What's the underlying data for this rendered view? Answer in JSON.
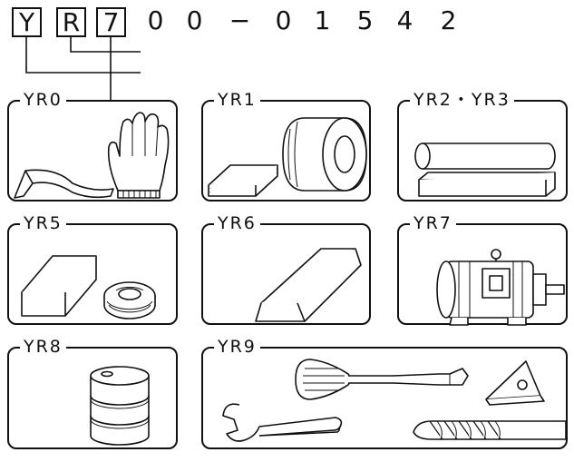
{
  "model_code": {
    "boxed": [
      "Y",
      "R",
      "7"
    ],
    "digits": [
      "0",
      "0",
      "−",
      "0",
      "1",
      "5",
      "4",
      "2"
    ]
  },
  "panels": {
    "yr0": {
      "label": "YR0"
    },
    "yr1": {
      "label": "YR1"
    },
    "yr23": {
      "label": "YR2・YR3"
    },
    "yr5": {
      "label": "YR5"
    },
    "yr6": {
      "label": "YR6"
    },
    "yr7": {
      "label": "YR7"
    },
    "yr8": {
      "label": "YR8"
    },
    "yr9": {
      "label": "YR9"
    }
  }
}
